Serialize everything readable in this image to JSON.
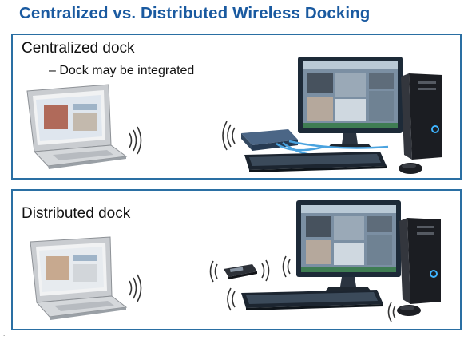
{
  "slide": {
    "title": "Centralized vs. Distributed Wireless Docking"
  },
  "panels": [
    {
      "heading": "Centralized dock",
      "bullet": "– Dock may be integrated"
    },
    {
      "heading": "Distributed dock"
    }
  ],
  "colors": {
    "title": "#1a5aa0",
    "panel_border": "#2a6fa3",
    "screen_frame": "#1d2a38",
    "tower": "#1b1d22",
    "tower_led": "#3fb4ff",
    "dock": "#355070",
    "cable": "#4aa3df",
    "wave": "#333333"
  },
  "icons": [
    "laptop-icon",
    "wireless-signal-icon",
    "monitor-icon",
    "pc-tower-icon",
    "dock-station-icon",
    "keyboard-icon",
    "mouse-icon",
    "wireless-adapter-icon"
  ],
  "footer": {
    "mark": "."
  }
}
